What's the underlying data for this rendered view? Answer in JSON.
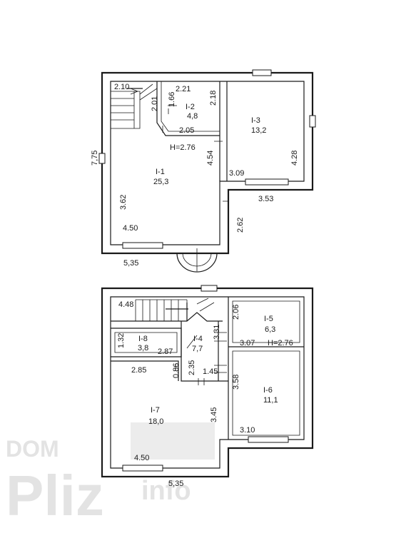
{
  "watermark": {
    "line1": "DOM",
    "line2": "Pliz",
    "line3": "info"
  },
  "floor1": {
    "outer_height": "7,75",
    "outer_width": "5,35",
    "ceiling_height": "H=2.76",
    "rooms": [
      {
        "id": "1-2",
        "label": "I-2",
        "area": "4,8"
      },
      {
        "id": "1-3",
        "label": "I-3",
        "area": "13,2"
      },
      {
        "id": "1-1",
        "label": "I-1",
        "area": "25,3"
      }
    ],
    "dims": {
      "stairs_width": "2.10",
      "stairs_depth": "2.01",
      "r2_top": "2.21",
      "r2_right": "2.18",
      "r2_left": "1.66",
      "r2_bottom": "2.05",
      "r1_divider": "4.54",
      "r3_bottom_left": "3.09",
      "r3_right": "4.28",
      "r3_width": "3.53",
      "r1_left": "3.62",
      "r1_width": "4.50",
      "porch": "2.62"
    }
  },
  "floor2": {
    "outer_width": "5,35",
    "ceiling_height": "H=2.76",
    "rooms": [
      {
        "id": "1-5",
        "label": "I-5",
        "area": "6,3"
      },
      {
        "id": "1-8",
        "label": "I-8",
        "area": "3,8"
      },
      {
        "id": "1-4",
        "label": "I-4",
        "area": "7,7"
      },
      {
        "id": "1-7",
        "label": "I-7",
        "area": "18,0"
      },
      {
        "id": "1-6",
        "label": "I-6",
        "area": "11,1"
      }
    ],
    "dims": {
      "stairs_width": "4.48",
      "r5_left": "2.06",
      "hall_height": "3.31",
      "r8_left": "1.32",
      "r8_width": "2.87",
      "r5_width": "3.07",
      "r7_top": "2.85",
      "r7_gap": "0.86",
      "hall_left": "2.35",
      "hall_bottom": "1.45",
      "r6_left": "3.58",
      "r7_right": "3.45",
      "r6_width": "3.10",
      "r7_width": "4.50"
    }
  }
}
